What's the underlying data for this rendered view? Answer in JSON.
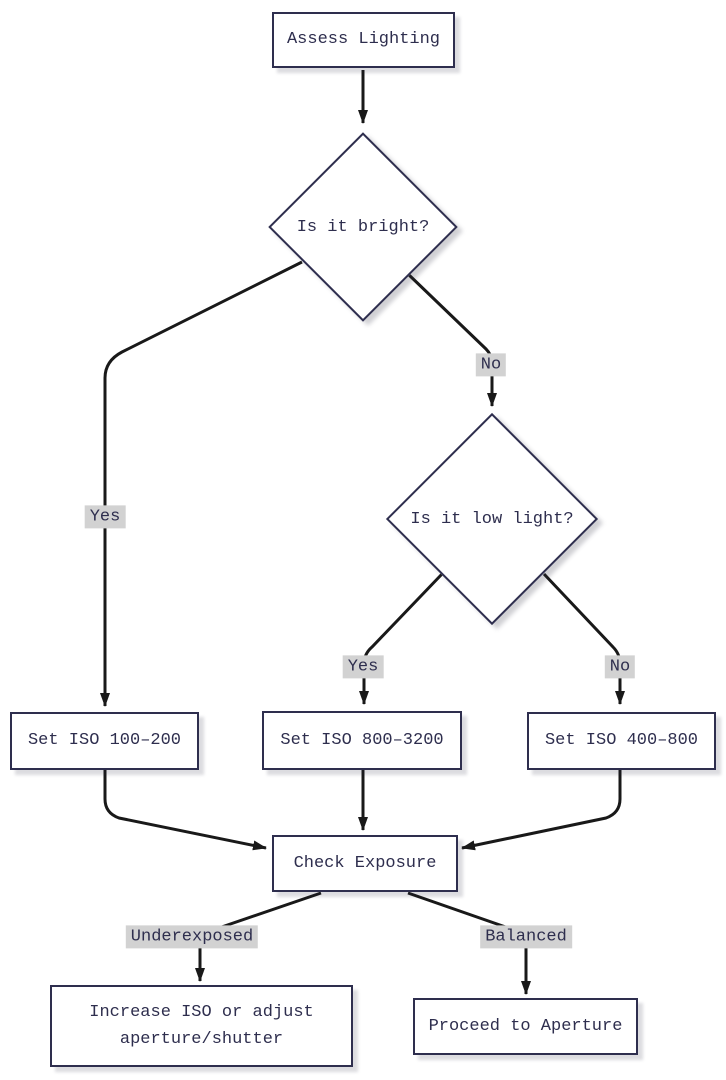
{
  "diagram": {
    "type": "flowchart",
    "topic": "Camera ISO / exposure decision flow"
  },
  "colors": {
    "background": "#ffffff",
    "node_border": "#2e2e4e",
    "node_fill": "#ffffff",
    "node_text": "#2e2e4e",
    "edge": "#191919",
    "label_bg": "#d2d2d2",
    "label_text": "#2e2e4e"
  },
  "nodes": {
    "assess": {
      "label": "Assess Lighting",
      "shape": "rect"
    },
    "bright": {
      "label": "Is it bright?",
      "shape": "diamond"
    },
    "lowlight": {
      "label": "Is it low light?",
      "shape": "diamond"
    },
    "iso_low": {
      "label": "Set ISO 100–200",
      "shape": "rect"
    },
    "iso_high": {
      "label": "Set ISO 800–3200",
      "shape": "rect"
    },
    "iso_mid": {
      "label": "Set ISO 400–800",
      "shape": "rect"
    },
    "check": {
      "label": "Check Exposure",
      "shape": "rect"
    },
    "increase": {
      "label": "Increase ISO or adjust aperture/shutter",
      "shape": "rect"
    },
    "proceed": {
      "label": "Proceed to Aperture",
      "shape": "rect"
    }
  },
  "edge_labels": {
    "yes1": "Yes",
    "no1": "No",
    "yes2": "Yes",
    "no2": "No",
    "underexposed": "Underexposed",
    "balanced": "Balanced"
  },
  "edges": [
    {
      "from": "assess",
      "to": "bright",
      "label": ""
    },
    {
      "from": "bright",
      "to": "iso_low",
      "label": "Yes"
    },
    {
      "from": "bright",
      "to": "lowlight",
      "label": "No"
    },
    {
      "from": "lowlight",
      "to": "iso_high",
      "label": "Yes"
    },
    {
      "from": "lowlight",
      "to": "iso_mid",
      "label": "No"
    },
    {
      "from": "iso_low",
      "to": "check",
      "label": ""
    },
    {
      "from": "iso_high",
      "to": "check",
      "label": ""
    },
    {
      "from": "iso_mid",
      "to": "check",
      "label": ""
    },
    {
      "from": "check",
      "to": "increase",
      "label": "Underexposed"
    },
    {
      "from": "check",
      "to": "proceed",
      "label": "Balanced"
    }
  ]
}
